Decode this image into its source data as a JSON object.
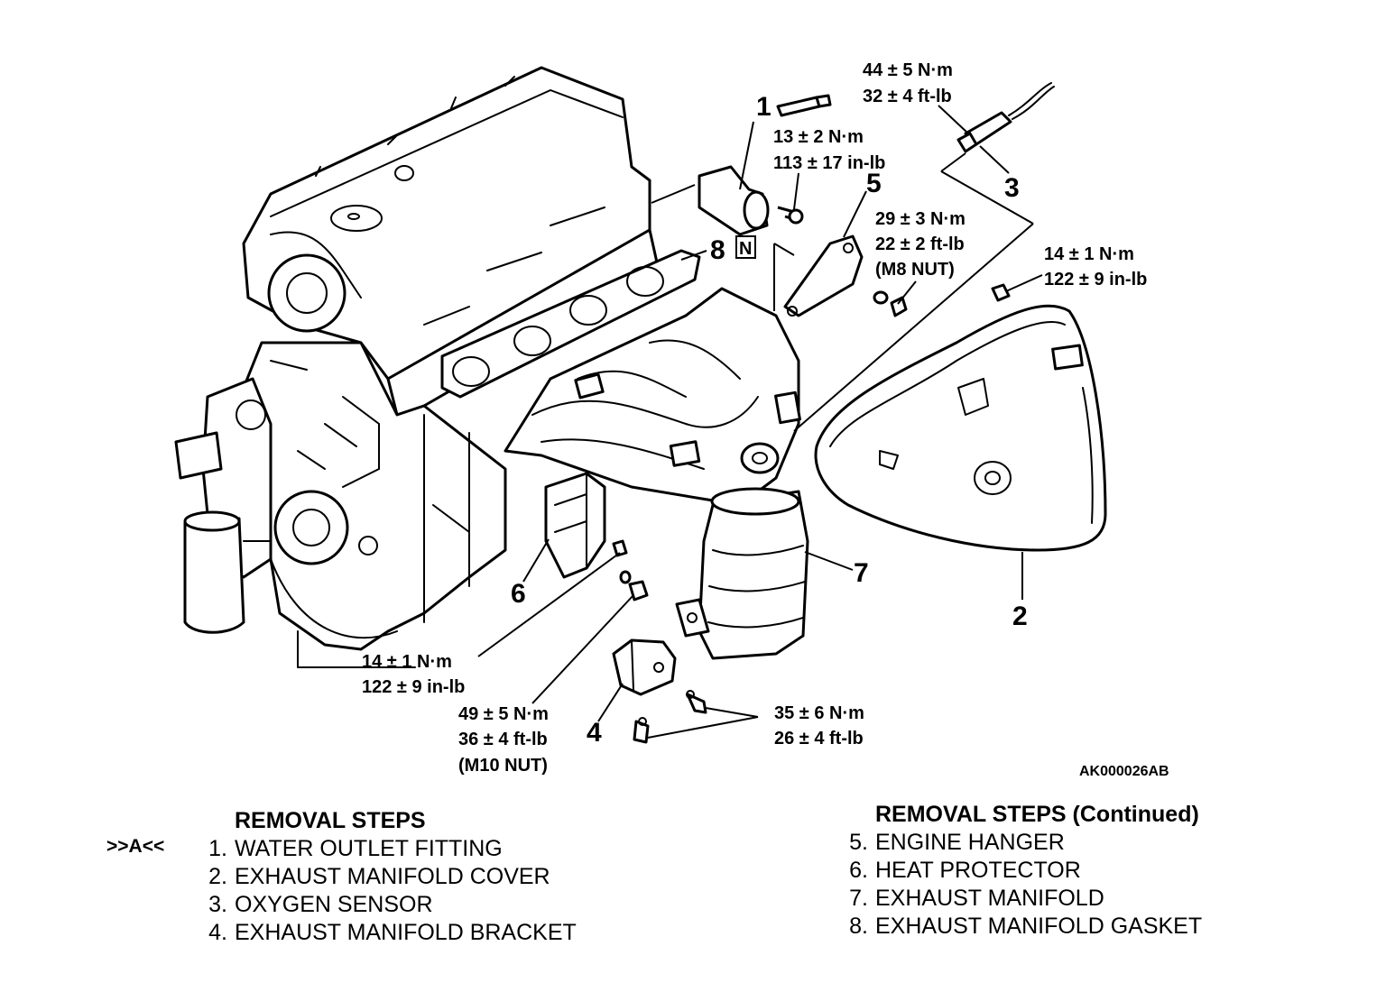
{
  "callouts": {
    "c1": "1",
    "c2": "2",
    "c3": "3",
    "c4": "4",
    "c5": "5",
    "c6": "6",
    "c7": "7",
    "c8": "8",
    "c8_badge": "N"
  },
  "torques": {
    "oxygen_sensor": [
      "44 ± 5 N·m",
      "32 ± 4 ft-lb"
    ],
    "water_outlet_bolt": [
      "13 ± 2 N·m",
      "113 ± 17 in-lb"
    ],
    "engine_hanger_nut": [
      "29 ± 3 N·m",
      "22 ± 2 ft-lb",
      "(M8 NUT)"
    ],
    "cover_bolt": [
      "14 ± 1 N·m",
      "122 ± 9 in-lb"
    ],
    "heat_protector_bolt": [
      "14 ± 1 N·m",
      "122 ± 9 in-lb"
    ],
    "bracket_nut": [
      "49 ± 5 N·m",
      "36 ± 4 ft-lb",
      "(M10 NUT)"
    ],
    "bracket_bolts": [
      "35 ± 6 N·m",
      "26 ± 4 ft-lb"
    ]
  },
  "figure_id": "AK000026AB",
  "removal_steps": {
    "heading": "REMOVAL STEPS",
    "marker": ">>A<<",
    "items": [
      {
        "num": "1.",
        "text": "WATER OUTLET FITTING"
      },
      {
        "num": "2.",
        "text": "EXHAUST MANIFOLD COVER"
      },
      {
        "num": "3.",
        "text": "OXYGEN SENSOR"
      },
      {
        "num": "4.",
        "text": "EXHAUST MANIFOLD BRACKET"
      }
    ]
  },
  "removal_steps_continued": {
    "heading": "REMOVAL STEPS (Continued)",
    "items": [
      {
        "num": "5.",
        "text": "ENGINE HANGER"
      },
      {
        "num": "6.",
        "text": "HEAT PROTECTOR"
      },
      {
        "num": "7.",
        "text": "EXHAUST MANIFOLD"
      },
      {
        "num": "8.",
        "text": "EXHAUST MANIFOLD GASKET"
      }
    ]
  }
}
